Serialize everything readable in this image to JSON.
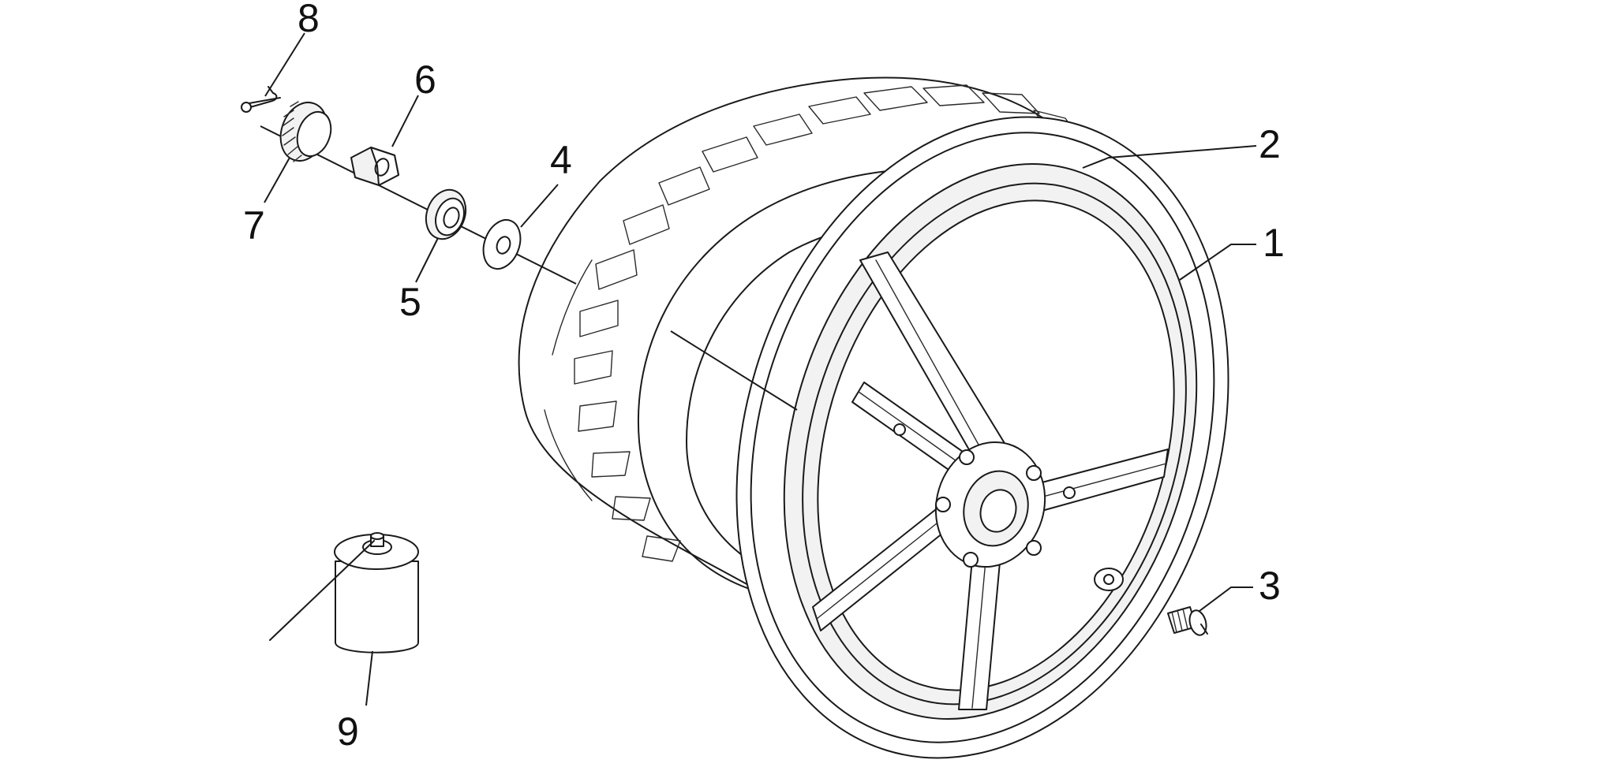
{
  "callouts": [
    {
      "number": "1",
      "part": "rim"
    },
    {
      "number": "2",
      "part": "tyre"
    },
    {
      "number": "3",
      "part": "valve"
    },
    {
      "number": "4",
      "part": "washer"
    },
    {
      "number": "5",
      "part": "bushing"
    },
    {
      "number": "6",
      "part": "nut"
    },
    {
      "number": "7",
      "part": "nut-cap"
    },
    {
      "number": "8",
      "part": "split-pin"
    },
    {
      "number": "9",
      "part": "sealant-can"
    }
  ],
  "colors": {
    "line": "#1a1a1a",
    "background": "#ffffff"
  }
}
